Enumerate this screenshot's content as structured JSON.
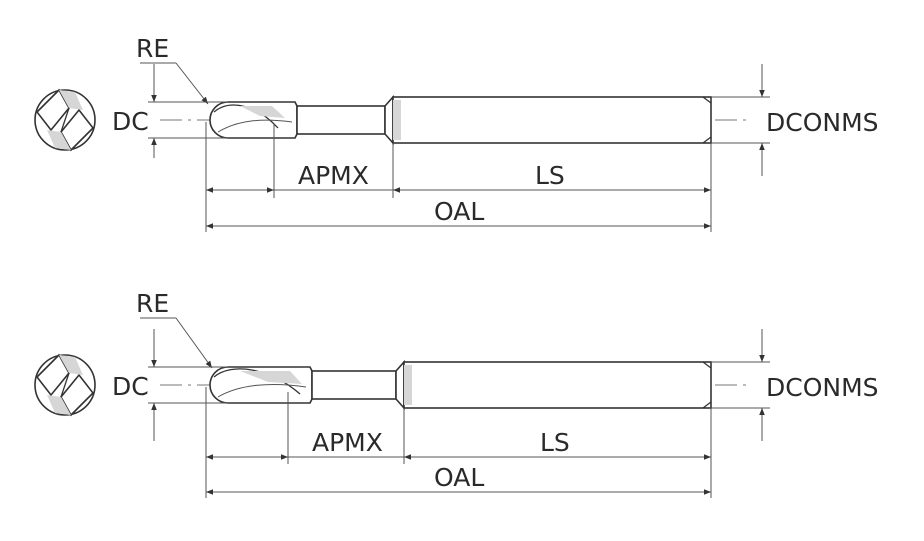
{
  "figures": [
    {
      "id": "short-neck",
      "labels": {
        "re": "RE",
        "dc": "DC",
        "apmx": "APMX",
        "ls": "LS",
        "oal": "OAL",
        "dconms": "DCONMS"
      }
    },
    {
      "id": "long-neck",
      "labels": {
        "re": "RE",
        "dc": "DC",
        "apmx": "APMX",
        "ls": "LS",
        "oal": "OAL",
        "dconms": "DCONMS"
      }
    }
  ],
  "colors": {
    "line": "#333333",
    "centerline": "#777777",
    "label": "#2a2a2a",
    "background": "#ffffff"
  }
}
